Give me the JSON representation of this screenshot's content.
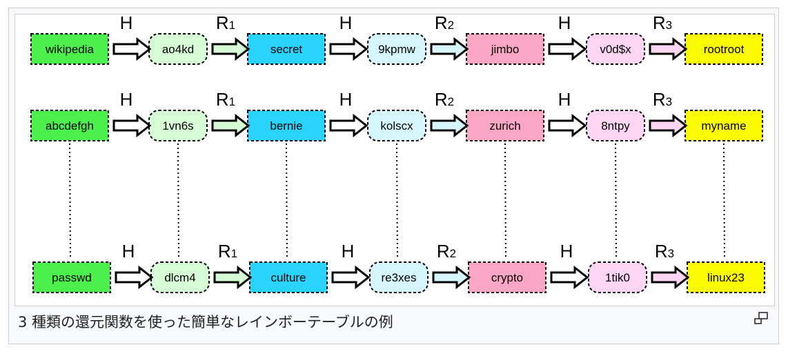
{
  "caption": "3 種類の還元関数を使った簡単なレインボーテーブルの例",
  "colors": {
    "pass": "#4cf04c",
    "hash1": "#d6fcd6",
    "pass2": "#29d4fc",
    "hash2": "#d6f6fe",
    "pass3": "#fca6c6",
    "hash3": "#fed6f4",
    "final": "#fcfc00",
    "arrow_H": "#ffffff",
    "arrow_R1": "#d6fcd6",
    "arrow_R2": "#d6f6fe",
    "arrow_R3": "#fed6f4"
  },
  "operations": [
    {
      "label": "H",
      "sub": ""
    },
    {
      "label": "R",
      "sub": "1"
    },
    {
      "label": "H",
      "sub": ""
    },
    {
      "label": "R",
      "sub": "2"
    },
    {
      "label": "H",
      "sub": ""
    },
    {
      "label": "R",
      "sub": "3"
    }
  ],
  "chains": [
    [
      "wikipedia",
      "ao4kd",
      "secret",
      "9kpmw",
      "jimbo",
      "v0d$x",
      "rootroot"
    ],
    [
      "abcdefgh",
      "1vn6s",
      "bernie",
      "kolscx",
      "zurich",
      "8ntpy",
      "myname"
    ],
    [
      "passwd",
      "dlcm4",
      "culture",
      "re3xes",
      "crypto",
      "1tik0",
      "linux23"
    ]
  ],
  "magnify_icon": "magnify-clip-icon"
}
